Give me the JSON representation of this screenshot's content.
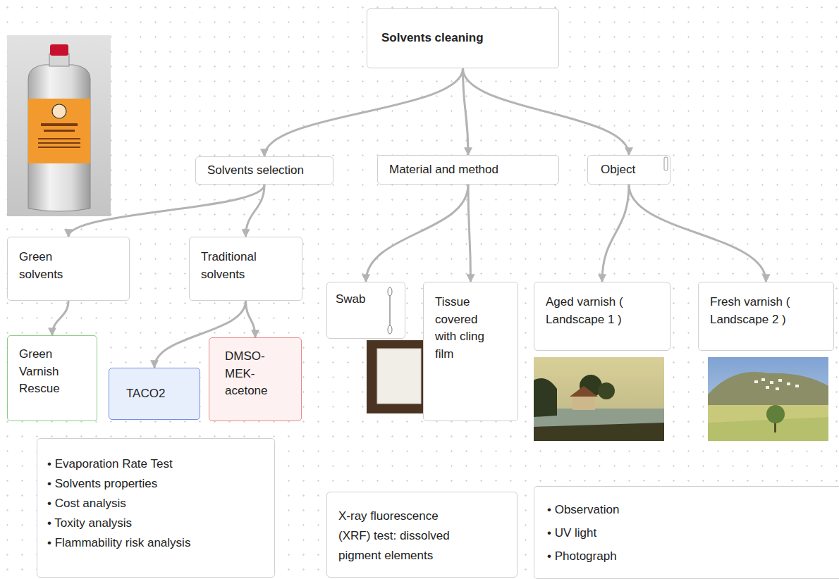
{
  "diagram": {
    "nodes": [
      {
        "text": [
          "Solvents cleaning"
        ]
      },
      {
        "text": [
          "Solvents selection"
        ]
      },
      {
        "text": [
          "Material and method"
        ]
      },
      {
        "text": [
          "Object"
        ]
      },
      {
        "text": [
          "Green solvents"
        ]
      },
      {
        "text": [
          "Traditional solvents"
        ]
      },
      {
        "text": [
          "Swab"
        ]
      },
      {
        "text": [
          "Tissue covered with cling film"
        ]
      },
      {
        "text": [
          "Aged varnish ( Landscape 1 )"
        ]
      },
      {
        "text": [
          "Fresh varnish ( Landscape 2 )"
        ]
      },
      {
        "text": [
          "Green Varnish Rescue"
        ]
      },
      {
        "text": [
          "TACO2"
        ]
      },
      {
        "text": [
          "DMSO- MEK- acetone"
        ]
      },
      {
        "text": [
          "• Evaporation Rate Test",
          "• Solvents properties",
          "• Cost analysis",
          "• Toxity analysis",
          "• Flammability risk analysis"
        ]
      },
      {
        "text": [
          "X-ray fluorescence (XRF) test: dissolved pigment elements"
        ]
      },
      {
        "text": [
          "• Observation",
          "• UV light",
          "• Photograph"
        ]
      }
    ],
    "edges": [
      {
        "from": 0,
        "to": 1,
        "arrow": "to"
      },
      {
        "from": 0,
        "to": 2,
        "arrow": "to"
      },
      {
        "from": 0,
        "to": 3,
        "arrow": "to"
      },
      {
        "from": 1,
        "to": 4,
        "arrow": "to"
      },
      {
        "from": 1,
        "to": 5,
        "arrow": "to"
      },
      {
        "from": 2,
        "to": 6,
        "arrow": "to"
      },
      {
        "from": 2,
        "to": 7,
        "arrow": "to"
      },
      {
        "from": 3,
        "to": 8,
        "arrow": "to"
      },
      {
        "from": 3,
        "to": 9,
        "arrow": "to"
      },
      {
        "from": 4,
        "to": 10,
        "arrow": "to"
      },
      {
        "from": 5,
        "to": 11,
        "arrow": "to"
      },
      {
        "from": 5,
        "to": 12,
        "arrow": "to"
      }
    ]
  }
}
